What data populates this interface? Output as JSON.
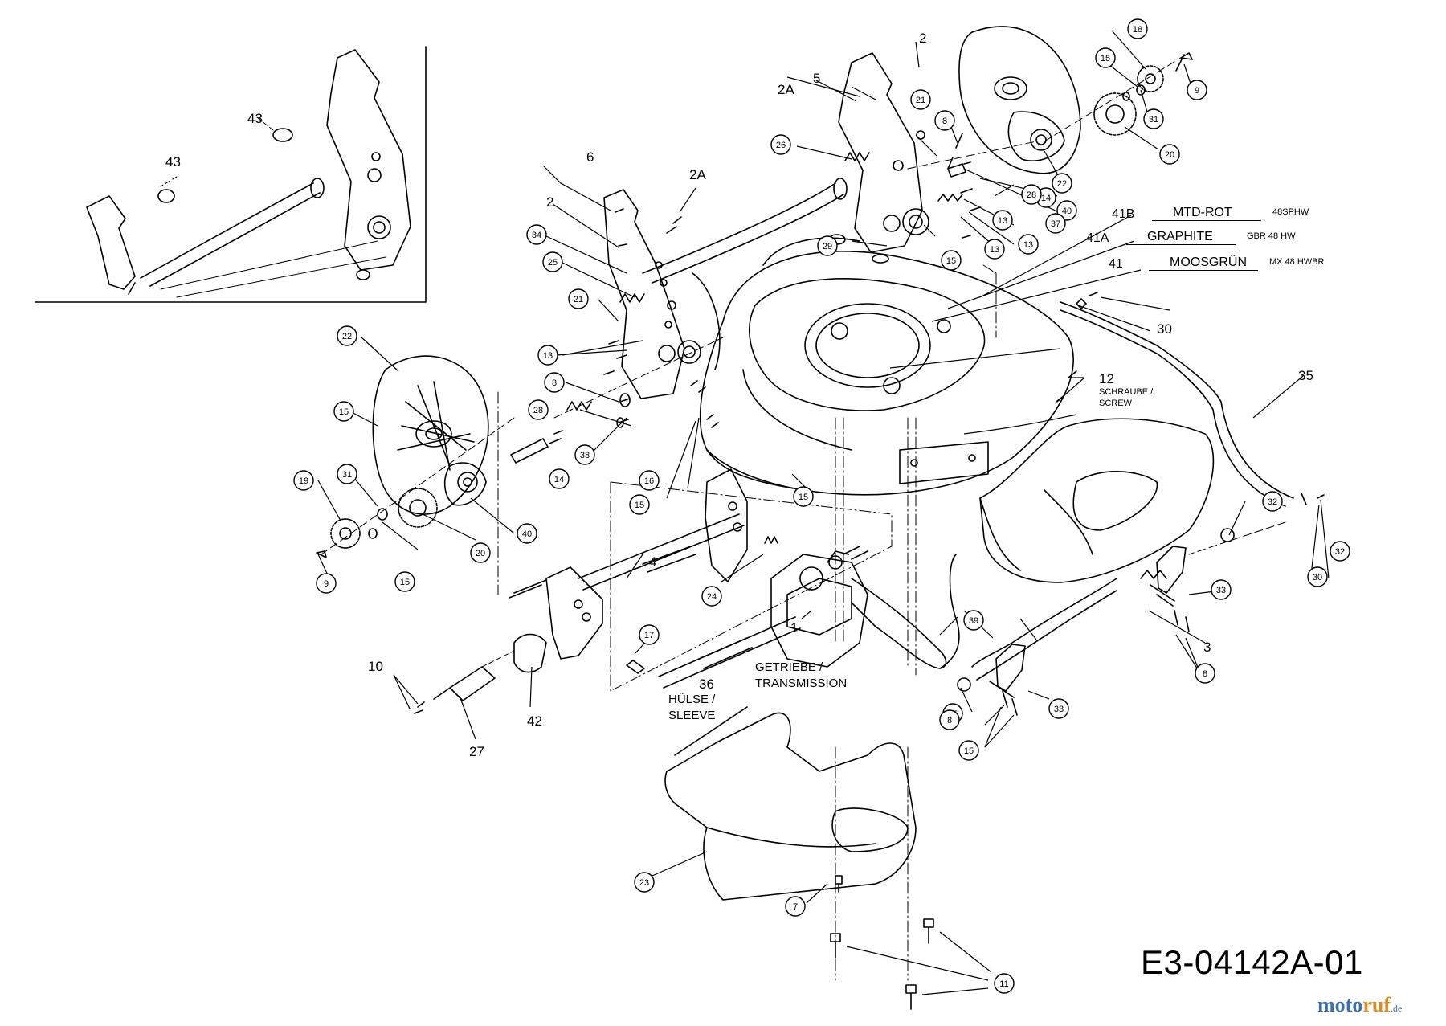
{
  "diagram": {
    "code": "E3-04142A-01",
    "watermark": {
      "brand_a": "moto",
      "brand_b": "ruf",
      "suffix": ".de"
    },
    "color_options": [
      {
        "ref": "41B",
        "name": "MTD-ROT",
        "model": "48SPHW"
      },
      {
        "ref": "41A",
        "name": "GRAPHITE",
        "model": "GBR 48 HW"
      },
      {
        "ref": "41",
        "name": "MOOSGRÜN",
        "model": "MX 48 HWBR"
      }
    ],
    "captions": {
      "screw_line1": "SCHRAUBE /",
      "screw_line2": "SCREW",
      "transmission_line1": "GETRIEBE /",
      "transmission_line2": "TRANSMISSION",
      "sleeve_line1": "HÜLSE /",
      "sleeve_line2": "SLEEVE"
    },
    "plain_labels": [
      "2",
      "2A",
      "5",
      "6",
      "2",
      "2A",
      "43",
      "43",
      "12",
      "35",
      "30",
      "4",
      "1",
      "36",
      "10",
      "27",
      "42",
      "3"
    ],
    "callouts": [
      "18",
      "15",
      "9",
      "31",
      "20",
      "22",
      "14",
      "40",
      "37",
      "28",
      "13",
      "8",
      "13",
      "13",
      "21",
      "26",
      "29",
      "15",
      "34",
      "25",
      "21",
      "13",
      "8",
      "28",
      "38",
      "14",
      "16",
      "15",
      "15",
      "22",
      "15",
      "19",
      "31",
      "20",
      "40",
      "9",
      "15",
      "24",
      "17",
      "39",
      "15",
      "33",
      "8",
      "33",
      "15",
      "8",
      "23",
      "7",
      "11",
      "32",
      "30",
      "32"
    ]
  }
}
